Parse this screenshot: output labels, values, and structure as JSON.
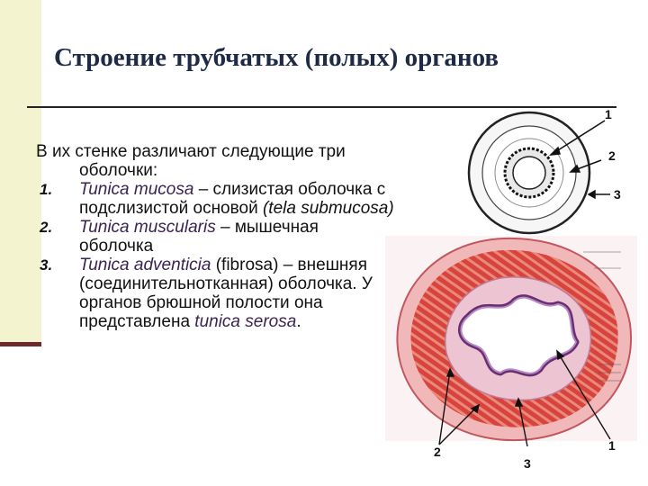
{
  "slide": {
    "title": "Строение трубчатых (полых) органов",
    "intro": "В их стенке различают следующие три оболочки:",
    "items": [
      {
        "number": "1.",
        "term": "Tunica mucosa",
        "text": " – слизистая оболочка с подслизистой основой ",
        "extra": "(tela submucosa)"
      },
      {
        "number": "2.",
        "term": "Tunica muscularis",
        "text": " – мышечная оболочка"
      },
      {
        "number": "3.",
        "term": "Tunica adventicia",
        "text_plain": " (fibrosa) – внешняя (соединительнотканная) оболочка. У органов брюшной полости она представлена ",
        "term2": "tunica serosa",
        "end": "."
      }
    ]
  },
  "diagram": {
    "labels": [
      "1",
      "2",
      "3"
    ]
  },
  "micrograph": {
    "labels": [
      "2",
      "3",
      "1"
    ]
  },
  "colors": {
    "title": "#1f2a47",
    "side_bar": "#f4f3cf",
    "term": "#3a2452"
  }
}
